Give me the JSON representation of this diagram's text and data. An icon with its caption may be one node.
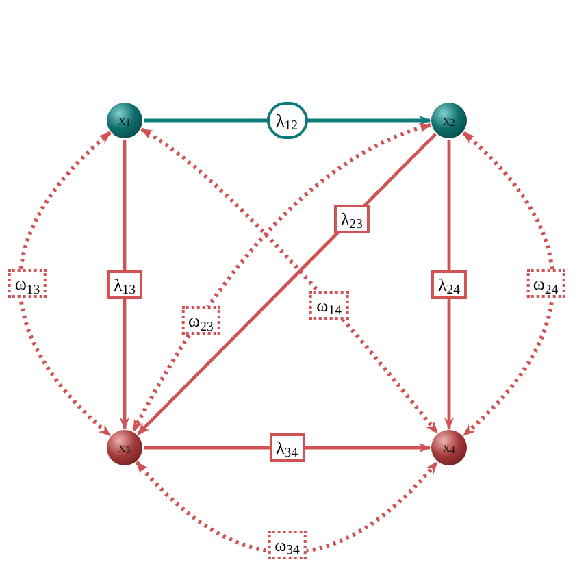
{
  "diagram": {
    "nodes": [
      {
        "text": [
          "x$_{1}$"
        ]
      },
      {
        "text": [
          "x$_{2}$"
        ]
      },
      {
        "text": [
          "x$_{3}$"
        ]
      },
      {
        "text": [
          "x$_{4}$"
        ]
      }
    ],
    "edges": [
      {
        "from": 0,
        "to": 1,
        "arrow": "to",
        "label": "λ$_{12}$",
        "color": "#0e7a78"
      },
      {
        "from": 0,
        "to": 2,
        "arrow": "to",
        "label": "λ$_{13}$"
      },
      {
        "from": 1,
        "to": 3,
        "arrow": "to",
        "label": "λ$_{24}$"
      },
      {
        "from": 1,
        "to": 2,
        "arrow": "to",
        "label": "λ$_{23}$"
      },
      {
        "from": 2,
        "to": 3,
        "arrow": "to",
        "label": "λ$_{34}$"
      },
      {
        "from": 0,
        "to": 2,
        "arrow": "both",
        "label": "ω$_{13}$",
        "style": "dashed"
      },
      {
        "from": 1,
        "to": 2,
        "arrow": "both",
        "label": "ω$_{23}$",
        "style": "dashed"
      },
      {
        "from": 0,
        "to": 3,
        "arrow": "both",
        "label": "ω$_{14}$",
        "style": "dashed"
      },
      {
        "from": 1,
        "to": 3,
        "arrow": "both",
        "label": "ω$_{24}$",
        "style": "dashed"
      },
      {
        "from": 2,
        "to": 3,
        "arrow": "both",
        "label": "ω$_{34}$",
        "style": "dashed"
      }
    ]
  }
}
